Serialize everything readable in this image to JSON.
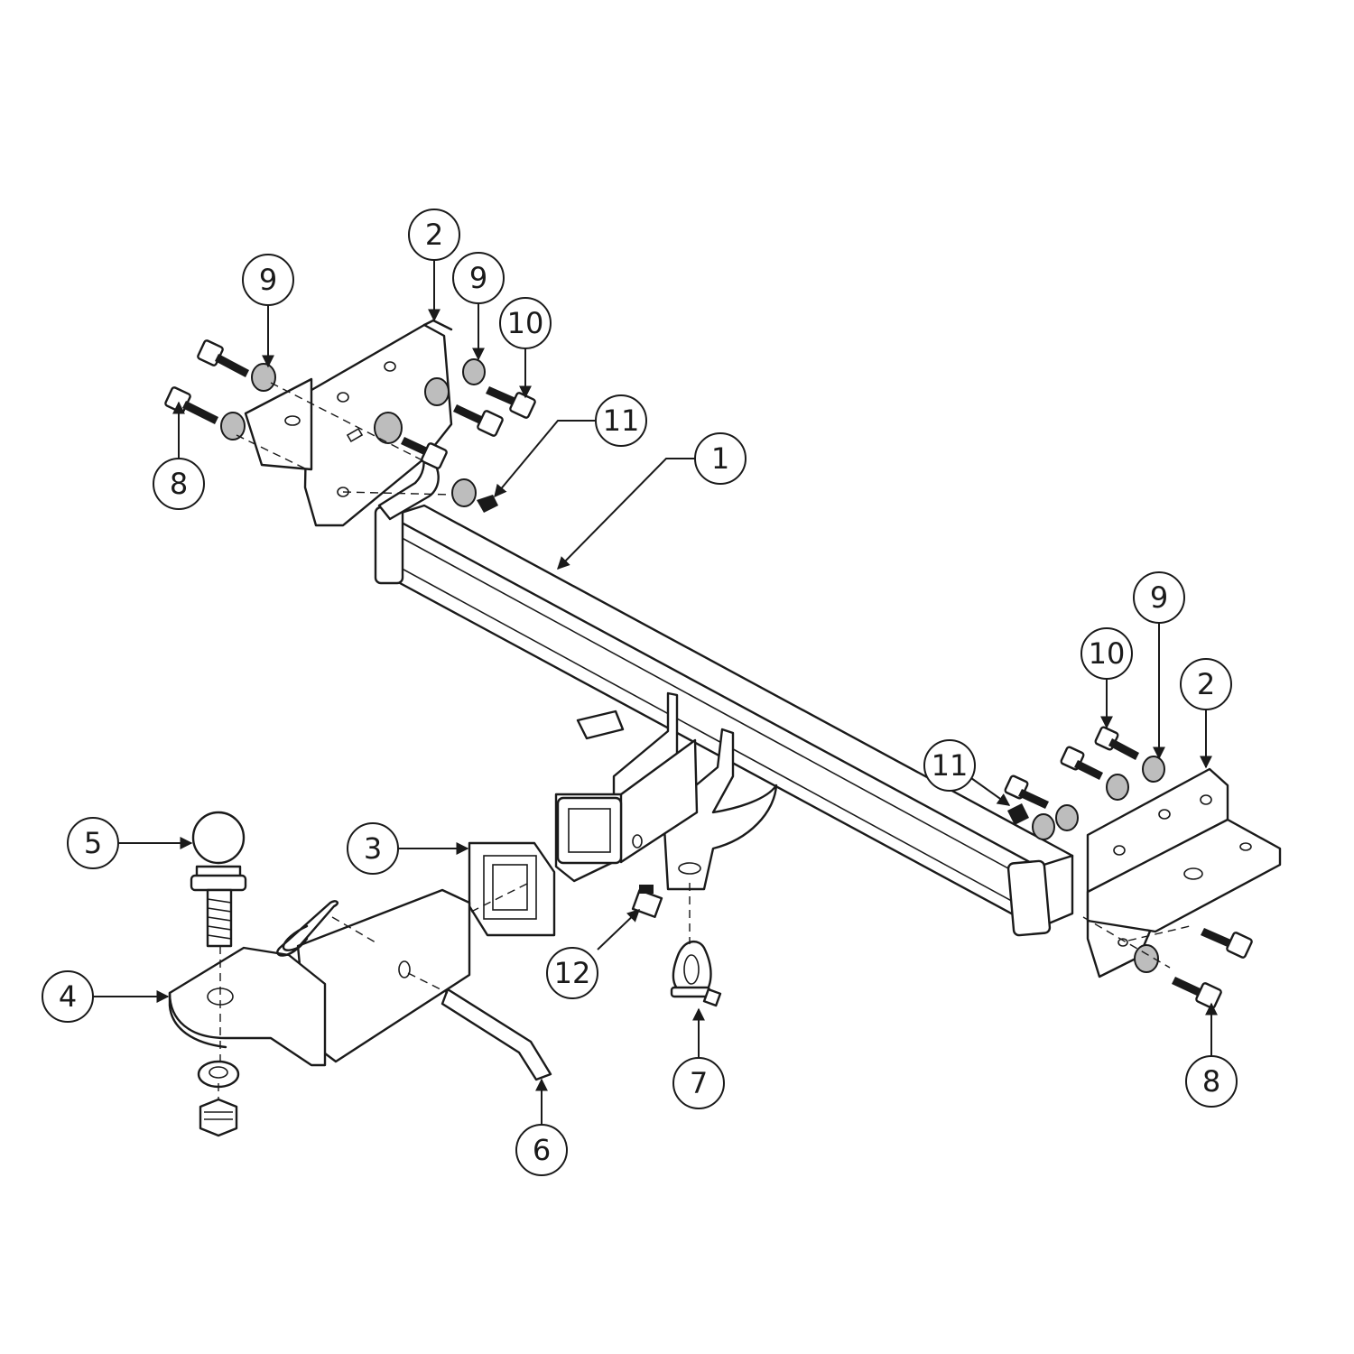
{
  "diagram": {
    "line_color": "#1a1a1a",
    "background": "#ffffff",
    "callouts": [
      {
        "id": "c1",
        "label": "1"
      },
      {
        "id": "c2a",
        "label": "2"
      },
      {
        "id": "c2b",
        "label": "2"
      },
      {
        "id": "c3",
        "label": "3"
      },
      {
        "id": "c4",
        "label": "4"
      },
      {
        "id": "c5",
        "label": "5"
      },
      {
        "id": "c6",
        "label": "6"
      },
      {
        "id": "c7",
        "label": "7"
      },
      {
        "id": "c8a",
        "label": "8"
      },
      {
        "id": "c8b",
        "label": "8"
      },
      {
        "id": "c9a",
        "label": "9"
      },
      {
        "id": "c9b",
        "label": "9"
      },
      {
        "id": "c9c",
        "label": "9"
      },
      {
        "id": "c10a",
        "label": "10"
      },
      {
        "id": "c10b",
        "label": "10"
      },
      {
        "id": "c11a",
        "label": "11"
      },
      {
        "id": "c11b",
        "label": "11"
      },
      {
        "id": "c12",
        "label": "12"
      }
    ]
  }
}
